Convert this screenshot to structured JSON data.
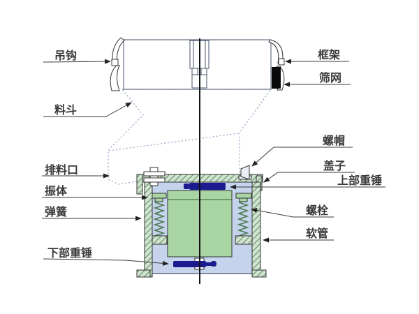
{
  "diagram": {
    "type": "cross-section schematic of a vibrating sieve machine",
    "labels": {
      "hook": "吊钩",
      "frame": "框架",
      "mesh": "筛网",
      "hopper": "料斗",
      "nut": "螺帽",
      "cover": "盖子",
      "upper_weight": "上部重锤",
      "discharge": "排料口",
      "body": "振体",
      "bolt": "螺栓",
      "spring": "弹簧",
      "hose": "软管",
      "lower_weight": "下部重锤"
    },
    "colors": {
      "background": "#ffffff",
      "drum_fill": "#c9d5ee",
      "funnel_fill": "#ccd8f0",
      "interior_fill": "#c5d3ec",
      "hatch_bg": "#cfe3cf",
      "hatch_line": "#3f7045",
      "body_green": "#a9d4a3",
      "body_green_edge": "#2f5f2f",
      "weight_navy": "#1b1b8f",
      "mesh_black": "#0a0a0a",
      "cap_white": "#ffffff",
      "nut_fill": "#eceef5",
      "line": "#3a3a3a"
    }
  }
}
